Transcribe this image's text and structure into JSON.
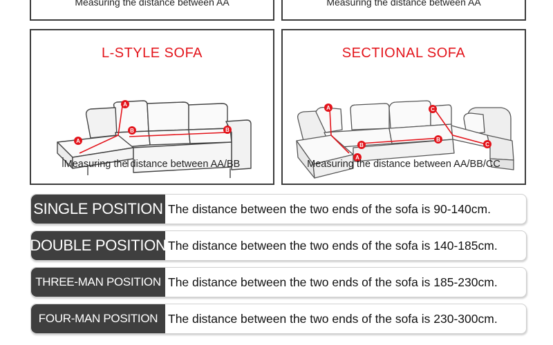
{
  "top_captions": [
    "Measuring the distance between AA",
    "Measuring the distance between AA"
  ],
  "panels": [
    {
      "title": "L-STYLE SOFA",
      "caption": "Measuring the distance between AA/BB",
      "markers": [
        "A",
        "A",
        "B",
        "B"
      ]
    },
    {
      "title": "SECTIONAL SOFA",
      "caption": "Measuring the distance between AA/BB/CC",
      "markers": [
        "A",
        "A",
        "B",
        "B",
        "C",
        "C"
      ]
    }
  ],
  "positions": [
    {
      "label": "SINGLE POSITION",
      "text": "The distance between the two ends of the sofa is 90-140cm."
    },
    {
      "label": "DOUBLE POSITION",
      "text": "The distance between the two ends of the sofa is 140-185cm."
    },
    {
      "label": "THREE-MAN POSITION",
      "text": "The distance between the two ends of the sofa is 185-230cm."
    },
    {
      "label": "FOUR-MAN POSITION",
      "text": "The distance between the two ends of the sofa is 230-300cm."
    }
  ],
  "colors": {
    "accent": "#e3141b",
    "label_bg": "#3f3f3f",
    "border": "#3a3a3a"
  }
}
